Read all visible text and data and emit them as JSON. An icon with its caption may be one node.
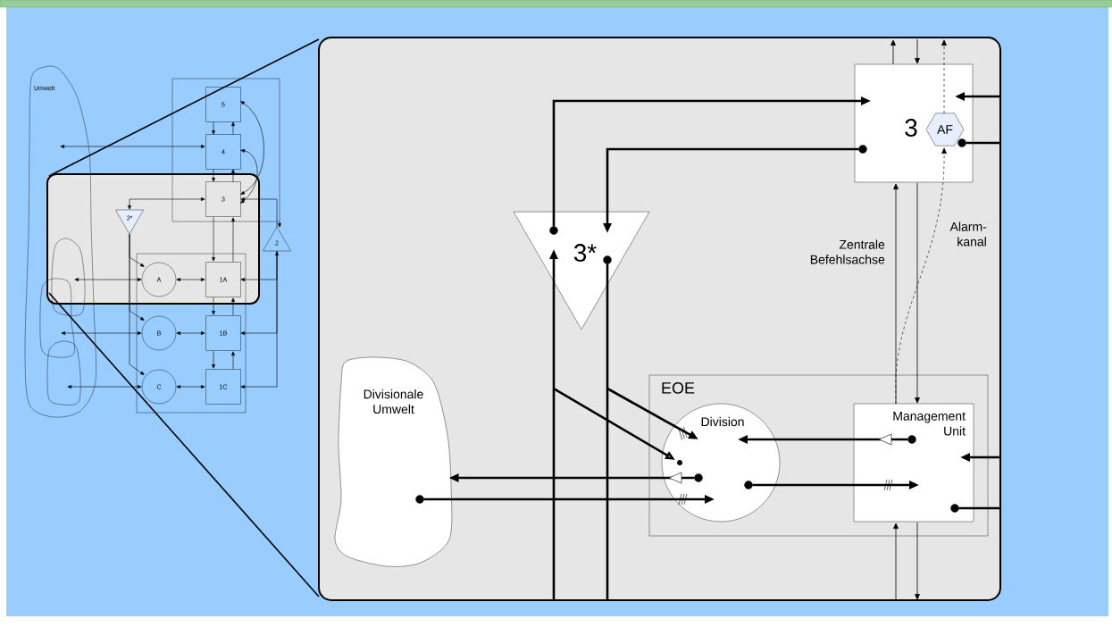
{
  "diagram": {
    "nodes": [
      {
        "text": [
          "Umwelt"
        ]
      },
      {
        "text": [],
        "shape": "box"
      },
      {
        "text": [
          "5"
        ],
        "in": 1
      },
      {
        "text": [
          "4"
        ],
        "in": 1
      },
      {
        "text": [
          "3"
        ],
        "in": 1
      },
      {
        "text": [
          "3*"
        ]
      },
      {
        "text": [
          "2"
        ]
      },
      {
        "text": [],
        "shape": "box"
      },
      {
        "text": [
          "A"
        ],
        "in": 7
      },
      {
        "text": [
          "1A"
        ],
        "in": 7
      },
      {
        "text": [
          "B"
        ],
        "in": 7
      },
      {
        "text": [
          "1B"
        ],
        "in": 7
      },
      {
        "text": [
          "C"
        ],
        "in": 7
      },
      {
        "text": [
          "1C"
        ],
        "in": 7
      },
      {
        "text": [],
        "shape": "cloud",
        "in": 0
      },
      {
        "text": [],
        "shape": "cloud",
        "in": 0
      },
      {
        "text": [],
        "shape": "cloud",
        "in": 0
      },
      {
        "text": [
          "3"
        ]
      },
      {
        "text": [
          "AF"
        ],
        "in": 17
      },
      {
        "text": [
          "3*"
        ]
      },
      {
        "text": [
          "Divisionale Umwelt"
        ]
      },
      {
        "text": [
          "EOE"
        ]
      },
      {
        "text": [
          "Division"
        ],
        "in": 21
      },
      {
        "text": [
          "Management Unit"
        ],
        "in": 21
      },
      {
        "text": [],
        "shape": "circle",
        "in": 17
      },
      {
        "text": [],
        "shape": "circle",
        "in": 17
      },
      {
        "text": [],
        "shape": "circle",
        "in": 19
      },
      {
        "text": [],
        "shape": "circle",
        "in": 19
      },
      {
        "text": [],
        "shape": "circle",
        "in": 23
      },
      {
        "text": [],
        "shape": "circle",
        "in": 22
      },
      {
        "text": [],
        "shape": "circle",
        "in": 22
      },
      {
        "text": [],
        "shape": "circle",
        "in": 20
      },
      {
        "text": [],
        "shape": "circle",
        "in": 23
      }
    ],
    "edges": [
      {
        "from": 3,
        "to": 0,
        "arrow": "both"
      },
      {
        "from": 2,
        "to": 3,
        "arrow": "to"
      },
      {
        "from": 3,
        "to": 2,
        "arrow": "to"
      },
      {
        "from": 3,
        "to": 4,
        "arrow": "to"
      },
      {
        "from": 4,
        "to": 3,
        "arrow": "to"
      },
      {
        "from": 2,
        "to": 4,
        "arrow": "both"
      },
      {
        "from": 3,
        "to": 4,
        "arrow": "both"
      },
      {
        "from": 4,
        "to": 5,
        "arrow": "both"
      },
      {
        "from": 5,
        "to": 8,
        "arrow": "to"
      },
      {
        "from": 5,
        "to": 10,
        "arrow": "to"
      },
      {
        "from": 5,
        "to": 12,
        "arrow": "to"
      },
      {
        "from": 4,
        "to": 9,
        "arrow": "to"
      },
      {
        "from": 9,
        "to": 4,
        "arrow": "to"
      },
      {
        "from": 9,
        "to": 11,
        "arrow": "to"
      },
      {
        "from": 11,
        "to": 9,
        "arrow": "to"
      },
      {
        "from": 11,
        "to": 13,
        "arrow": "to"
      },
      {
        "from": 13,
        "to": 11,
        "arrow": "to"
      },
      {
        "from": 8,
        "to": 9,
        "arrow": "both"
      },
      {
        "from": 10,
        "to": 11,
        "arrow": "both"
      },
      {
        "from": 12,
        "to": 13,
        "arrow": "both"
      },
      {
        "from": 8,
        "to": 14,
        "arrow": "both"
      },
      {
        "from": 10,
        "to": 15,
        "arrow": "both"
      },
      {
        "from": 12,
        "to": 16,
        "arrow": "both"
      },
      {
        "from": 6,
        "to": 9,
        "arrow": "both"
      },
      {
        "from": 6,
        "to": 11,
        "arrow": "to"
      },
      {
        "from": 6,
        "to": 13,
        "arrow": "to"
      },
      {
        "from": 6,
        "to": 4,
        "arrow": "to"
      },
      {
        "from": 1,
        "to": 6,
        "arrow": "to"
      },
      {
        "from": 17,
        "to": null,
        "arrow": "to"
      },
      {
        "from": null,
        "to": 17,
        "arrow": "to"
      },
      {
        "from": 18,
        "to": null,
        "arrow": "to",
        "style": "dashed"
      },
      {
        "from": null,
        "to": 17,
        "arrow": "to",
        "style": "thick"
      },
      {
        "from": 24,
        "to": null,
        "arrow": "none",
        "style": "thick"
      },
      {
        "from": 26,
        "to": 17,
        "arrow": "to",
        "style": "thick"
      },
      {
        "from": 25,
        "to": 19,
        "arrow": "to",
        "style": "thick"
      },
      {
        "from": null,
        "to": 19,
        "arrow": "to",
        "style": "thick"
      },
      {
        "from": 27,
        "to": null,
        "arrow": "none",
        "style": "thick"
      },
      {
        "from": null,
        "to": 22,
        "arrow": "to",
        "style": "thick"
      },
      {
        "from": null,
        "to": 22,
        "arrow": "to",
        "style": "thick"
      },
      {
        "from": 29,
        "to": 20,
        "arrow": "to",
        "style": "thick"
      },
      {
        "from": 31,
        "to": 22,
        "arrow": "to",
        "style": "thick"
      },
      {
        "from": 28,
        "to": 22,
        "arrow": "to",
        "style": "thick"
      },
      {
        "from": 30,
        "to": 23,
        "arrow": "to",
        "style": "thick"
      },
      {
        "from": null,
        "to": 23,
        "arrow": "to",
        "style": "thick"
      },
      {
        "from": 32,
        "to": null,
        "arrow": "none",
        "style": "thick"
      },
      {
        "from": 23,
        "to": 17,
        "arrow": "to",
        "label": "Zentrale Befehlsachse"
      },
      {
        "from": 17,
        "to": 23,
        "arrow": "to"
      },
      {
        "from": 23,
        "to": 18,
        "arrow": "to",
        "style": "dashed",
        "label": "Alarm- kanal"
      },
      {
        "from": null,
        "to": 23,
        "arrow": "to"
      },
      {
        "from": 23,
        "to": null,
        "arrow": "to"
      }
    ]
  }
}
